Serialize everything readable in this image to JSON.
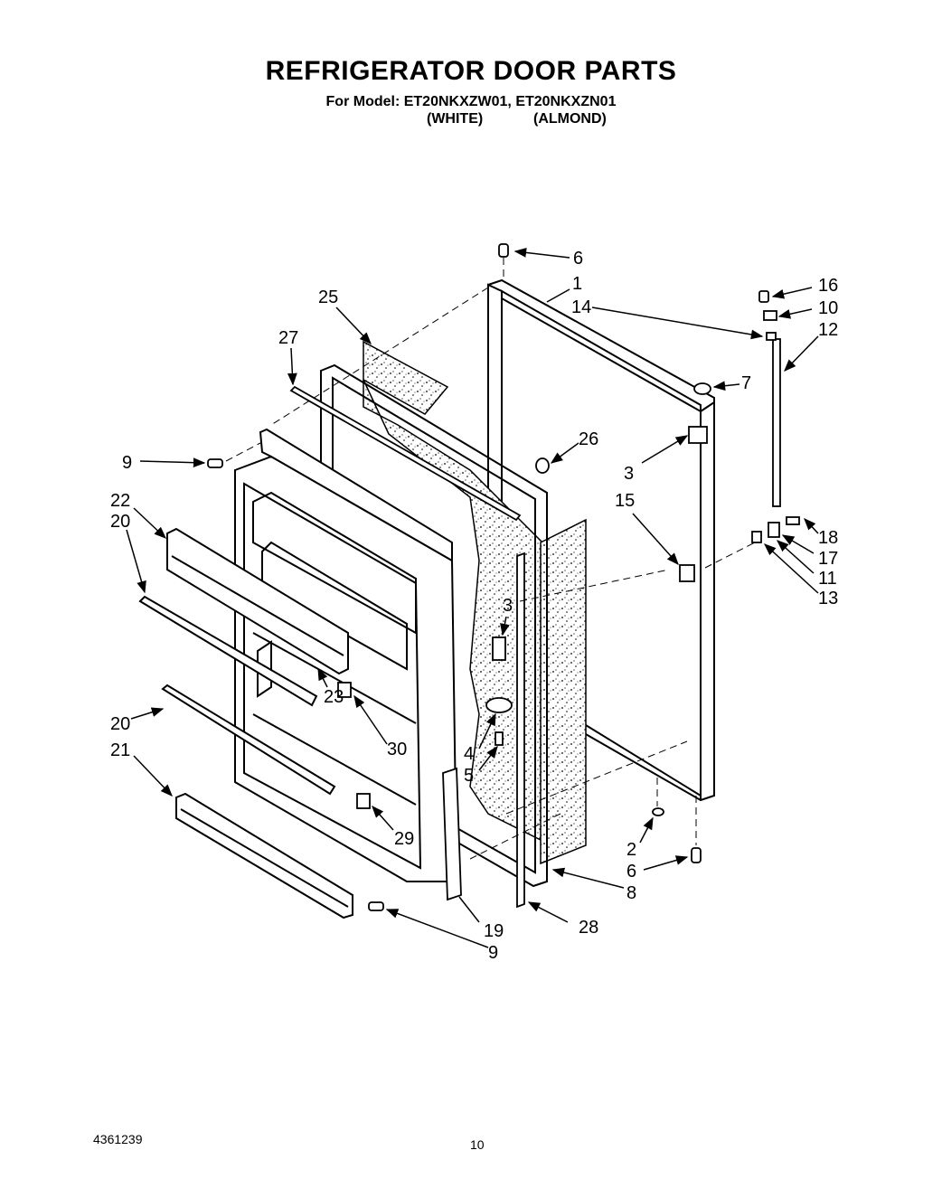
{
  "header": {
    "title": "REFRIGERATOR DOOR PARTS",
    "model_line": "For Model: ET20NKXZW01, ET20NKXZN01",
    "color_white": "(WHITE)",
    "color_almond": "(ALMOND)"
  },
  "callouts": {
    "c6_top": "6",
    "c1": "1",
    "c25": "25",
    "c16": "16",
    "c14": "14",
    "c10": "10",
    "c12": "12",
    "c27": "27",
    "c7": "7",
    "c26": "26",
    "c9_left": "9",
    "c3_right": "3",
    "c22": "22",
    "c20_top": "20",
    "c15": "15",
    "c18": "18",
    "c17": "17",
    "c11": "11",
    "c13": "13",
    "c3_mid": "3",
    "c23": "23",
    "c20_bottom": "20",
    "c21": "21",
    "c30": "30",
    "c4": "4",
    "c5": "5",
    "c29": "29",
    "c2": "2",
    "c6_bottom": "6",
    "c8": "8",
    "c19": "19",
    "c28": "28",
    "c9_bottom": "9"
  },
  "footer": {
    "doc_number": "4361239",
    "page_number": "10"
  }
}
